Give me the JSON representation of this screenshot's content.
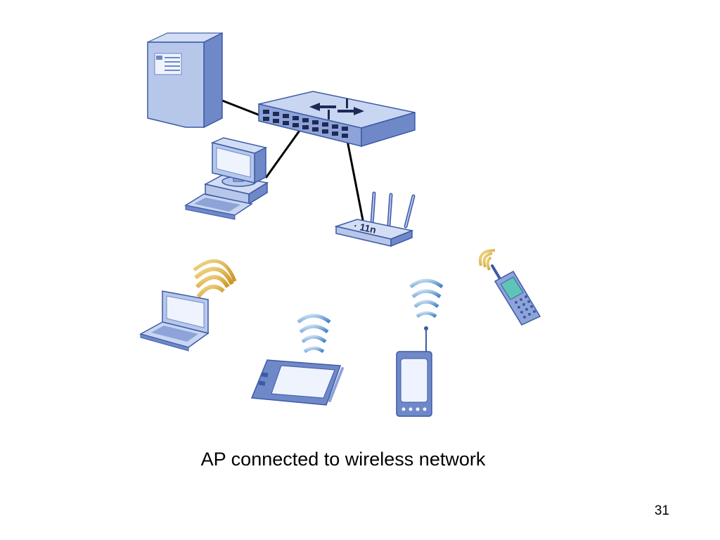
{
  "slide": {
    "caption": "AP connected to wireless network",
    "page_number": "31"
  },
  "devices": [
    {
      "name": "server-icon"
    },
    {
      "name": "network-switch-icon"
    },
    {
      "name": "desktop-computer-icon"
    },
    {
      "name": "wireless-access-point-icon"
    },
    {
      "name": "laptop-icon"
    },
    {
      "name": "tablet-icon"
    },
    {
      "name": "pda-icon"
    },
    {
      "name": "mobile-phone-icon"
    }
  ],
  "links": [
    {
      "from": "server",
      "to": "switch",
      "type": "wired"
    },
    {
      "from": "desktop",
      "to": "switch",
      "type": "wired"
    },
    {
      "from": "access-point",
      "to": "switch",
      "type": "wired"
    }
  ],
  "access_point_label": "· 11n",
  "colors": {
    "device_fill": "#b7c7ea",
    "device_dark": "#6f88c8",
    "device_outline": "#3c5aa6",
    "screen": "#e8eefc",
    "cable": "#000000",
    "signal_gold": "#d9b04a",
    "signal_blue": "#5b9bd5"
  }
}
